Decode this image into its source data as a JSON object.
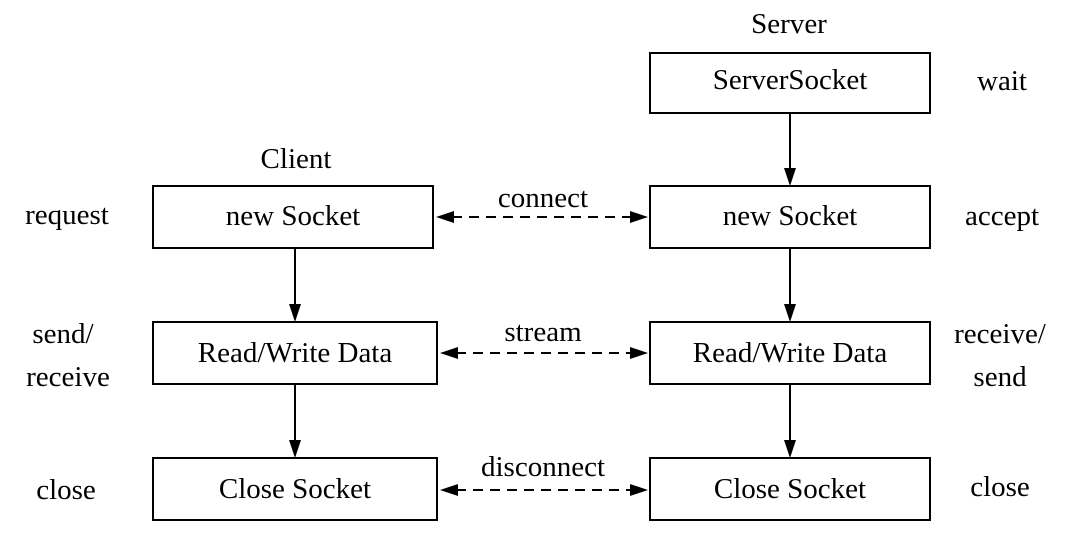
{
  "client": {
    "title": "Client",
    "boxes": {
      "new_socket": "new Socket",
      "read_write": "Read/Write Data",
      "close_socket": "Close Socket"
    },
    "labels": {
      "request": "request",
      "send_receive_line1": "send/",
      "send_receive_line2": "receive",
      "close": "close"
    }
  },
  "server": {
    "title": "Server",
    "boxes": {
      "server_socket": "ServerSocket",
      "new_socket": "new Socket",
      "read_write": "Read/Write Data",
      "close_socket": "Close Socket"
    },
    "labels": {
      "wait": "wait",
      "accept": "accept",
      "receive_send_line1": "receive/",
      "receive_send_line2": "send",
      "close": "close"
    }
  },
  "connections": {
    "connect": "connect",
    "stream": "stream",
    "disconnect": "disconnect"
  }
}
